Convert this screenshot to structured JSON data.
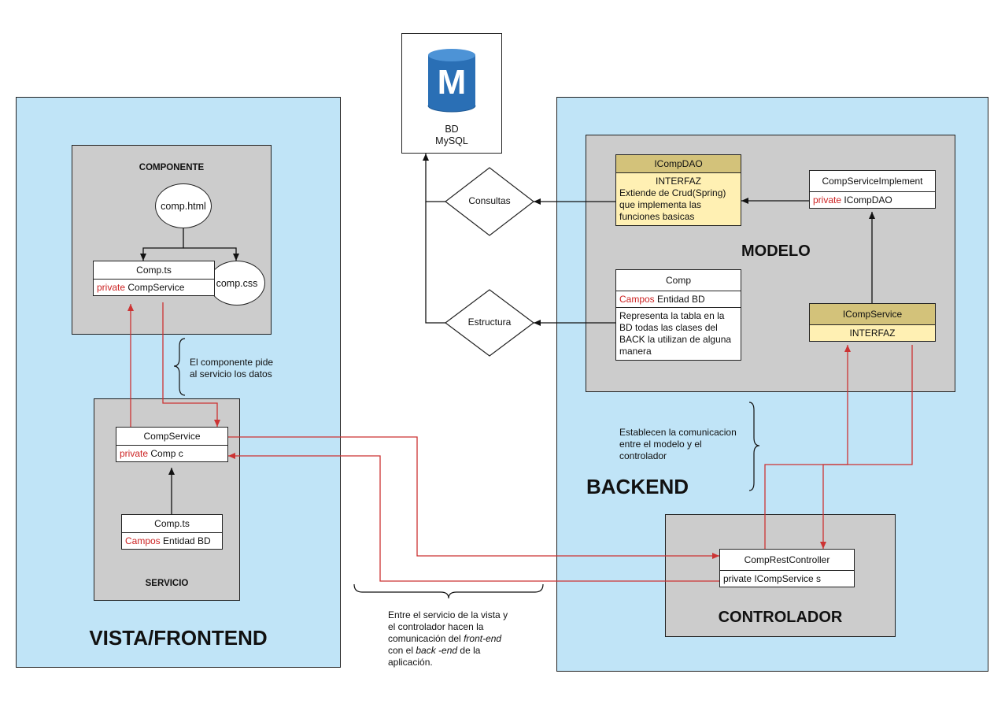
{
  "colors": {
    "region_blue": "#c0e4f7",
    "region_gray": "#cccccc",
    "keyword_red": "#cc2222",
    "arrow_red": "#cc3333",
    "interface_header": "#d3c27a",
    "interface_body": "#fff0b3",
    "db_icon_blue": "#2a6fb5"
  },
  "database": {
    "icon": "mysql-database-icon",
    "letter": "M",
    "label_line1": "BD",
    "label_line2": "MySQL"
  },
  "frontend": {
    "title": "VISTA/FRONTEND",
    "componente": {
      "title": "COMPONENTE",
      "html_file": "comp.html",
      "css_file": "comp.css",
      "comp_ts": {
        "name": "Comp.ts",
        "field_keyword": "private",
        "field_rest": " CompService"
      }
    },
    "note": {
      "line1": "El componente pide",
      "line2": "al servicio los datos"
    },
    "servicio": {
      "title": "SERVICIO",
      "comp_service": {
        "name": "CompService",
        "field_keyword": "private",
        "field_rest": " Comp c"
      },
      "comp_ts": {
        "name": "Comp.ts",
        "field_keyword": "Campos",
        "field_rest": " Entidad BD"
      }
    }
  },
  "bottom_note": {
    "line1": "Entre el servicio de la vista y",
    "line2": "el controlador hacen la",
    "line3_prefix": "comunicación del ",
    "line3_em": "front-end",
    "line4_prefix": "con el ",
    "line4_em": "back -end",
    "line4_suffix": " de la",
    "line5": "aplicación."
  },
  "connectors": {
    "consultas": "Consultas",
    "estructura": "Estructura"
  },
  "backend": {
    "title": "BACKEND",
    "modelo": {
      "title": "MODELO",
      "icompdao": {
        "name": "ICompDAO",
        "line1": "INTERFAZ",
        "line2": "Extiende de Crud(Spring)",
        "line3": "que implementa las",
        "line4": "funciones basicas"
      },
      "comp_service_implement": {
        "name": "CompServiceImplement",
        "field_keyword": "private",
        "field_rest": " ICompDAO"
      },
      "comp": {
        "name": "Comp",
        "field_keyword": "Campos",
        "field_rest": " Entidad BD",
        "desc1": "Representa la tabla en la",
        "desc2": "BD todas las clases del",
        "desc3": "BACK la utilizan de alguna",
        "desc4": "manera"
      },
      "icompservice": {
        "name": "ICompService",
        "line1": "INTERFAZ"
      }
    },
    "note": {
      "line1": "Establecen la comunicacion",
      "line2": "entre el modelo y el",
      "line3": "controlador"
    },
    "controlador": {
      "title": "CONTROLADOR",
      "rest_controller": {
        "name": "CompRestController",
        "field": "private ICompService s"
      }
    }
  }
}
